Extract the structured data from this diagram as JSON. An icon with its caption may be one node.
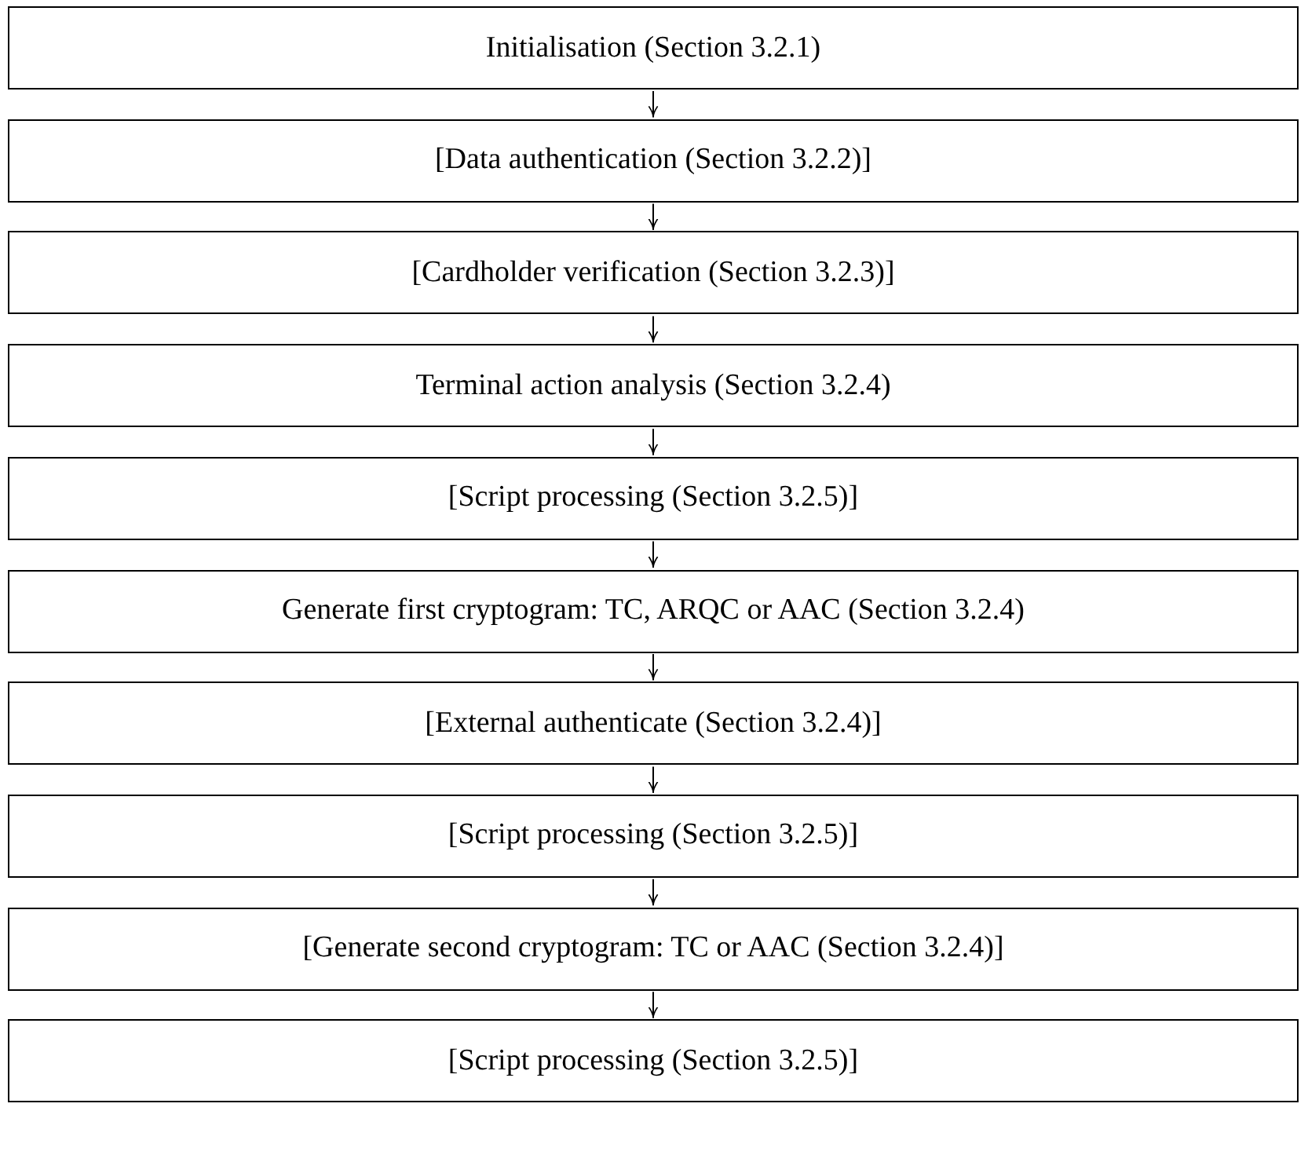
{
  "diagram": {
    "nodes": [
      {
        "text": [
          "Initialisation (Section 3.2.1)"
        ]
      },
      {
        "text": [
          "[Data authentication (Section 3.2.2)]"
        ]
      },
      {
        "text": [
          "[Cardholder verification (Section 3.2.3)]"
        ]
      },
      {
        "text": [
          "Terminal action analysis (Section 3.2.4)"
        ]
      },
      {
        "text": [
          "[Script processing (Section 3.2.5)]"
        ]
      },
      {
        "text": [
          "Generate first cryptogram: TC, ARQC or AAC (Section 3.2.4)"
        ]
      },
      {
        "text": [
          "[External authenticate (Section 3.2.4)]"
        ]
      },
      {
        "text": [
          "[Script processing (Section 3.2.5)]"
        ]
      },
      {
        "text": [
          "[Generate second cryptogram: TC or AAC (Section 3.2.4)]"
        ]
      },
      {
        "text": [
          "[Script processing (Section 3.2.5)]"
        ]
      }
    ],
    "edges": [
      {
        "from": 0,
        "to": 1,
        "arrow": "to"
      },
      {
        "from": 1,
        "to": 2,
        "arrow": "to"
      },
      {
        "from": 2,
        "to": 3,
        "arrow": "to"
      },
      {
        "from": 3,
        "to": 4,
        "arrow": "to"
      },
      {
        "from": 4,
        "to": 5,
        "arrow": "to"
      },
      {
        "from": 5,
        "to": 6,
        "arrow": "to"
      },
      {
        "from": 6,
        "to": 7,
        "arrow": "to"
      },
      {
        "from": 7,
        "to": 8,
        "arrow": "to"
      },
      {
        "from": 8,
        "to": 9,
        "arrow": "to"
      }
    ]
  }
}
